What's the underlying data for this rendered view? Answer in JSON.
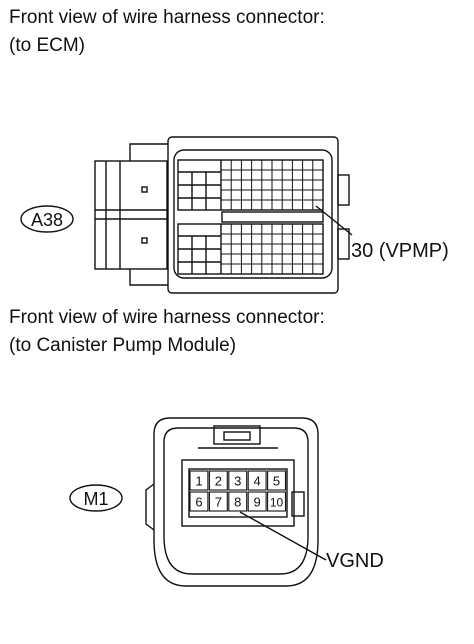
{
  "ecm_section": {
    "caption_line1": "Front view of wire harness connector:",
    "caption_line2": "(to ECM)",
    "connector_code": "A38",
    "terminal_callout": "30 (VPMP)"
  },
  "pump_section": {
    "caption_line1": "Front view of wire harness connector:",
    "caption_line2": "(to Canister Pump Module)",
    "connector_code": "M1",
    "terminal_callout": "VGND",
    "pin_numbers": [
      "1",
      "2",
      "3",
      "4",
      "5",
      "6",
      "7",
      "8",
      "9",
      "10"
    ]
  }
}
